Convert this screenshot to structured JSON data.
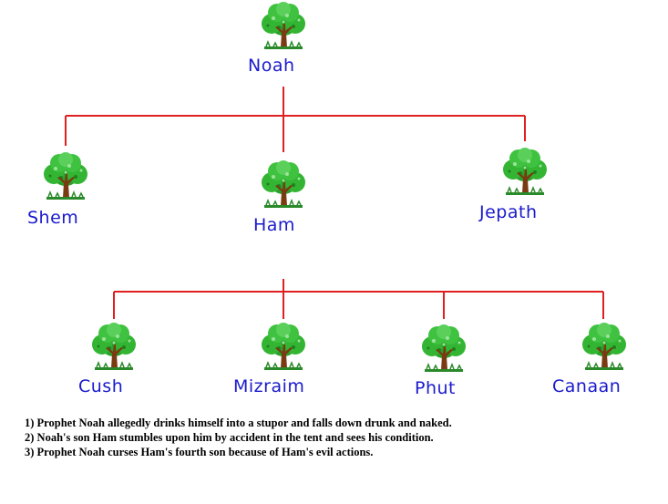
{
  "colors": {
    "name_text": "#1a1acc",
    "connector": "#e02020",
    "foliage": "#2aa02a",
    "trunk": "#7a3a12",
    "grass": "#2a8a2a"
  },
  "icons": {
    "person": "tree-icon"
  },
  "tree": {
    "root": {
      "name": "Noah"
    },
    "generation2": [
      {
        "name": "Shem"
      },
      {
        "name": "Ham"
      },
      {
        "name": "Jepath"
      }
    ],
    "generation3": [
      {
        "name": "Cush"
      },
      {
        "name": "Mizraim"
      },
      {
        "name": "Phut"
      },
      {
        "name": "Canaan"
      }
    ]
  },
  "notes": [
    "1) Prophet Noah allegedly drinks himself into a stupor and falls down drunk and naked.",
    "2) Noah's son Ham stumbles upon him by accident in the tent and sees his condition.",
    "3) Prophet Noah curses Ham's fourth son because of Ham's evil actions."
  ]
}
